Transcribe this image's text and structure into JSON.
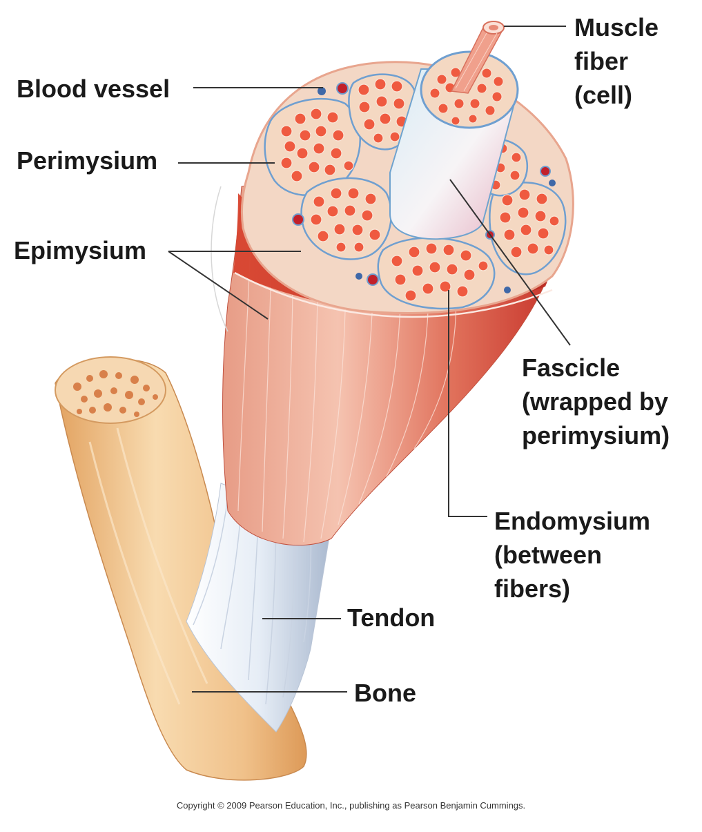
{
  "labels": {
    "muscle_fiber": [
      "Muscle",
      "fiber",
      "(cell)"
    ],
    "blood_vessel": "Blood vessel",
    "perimysium": "Perimysium",
    "epimysium": "Epimysium",
    "fascicle": [
      "Fascicle",
      "(wrapped by",
      "perimysium)"
    ],
    "endomysium": [
      "Endomysium",
      "(between",
      "fibers)"
    ],
    "tendon": "Tendon",
    "bone": "Bone"
  },
  "copyright": "Copyright © 2009 Pearson Education, Inc., publishing as Pearson Benjamin Cummings.",
  "colors": {
    "muscle_light": "#f2b49c",
    "muscle_mid": "#e0705a",
    "muscle_dark": "#c8372d",
    "fascicle_fill": "#f4d8c2",
    "fiber_red": "#ef5a40",
    "perimysium_blue": "#6f9fd0",
    "blood_vessel_red": "#c2202a",
    "bone_light": "#f5cf9c",
    "bone_dark": "#e2a260",
    "tendon_white": "#eef2f8",
    "leader_line": "#333333"
  }
}
